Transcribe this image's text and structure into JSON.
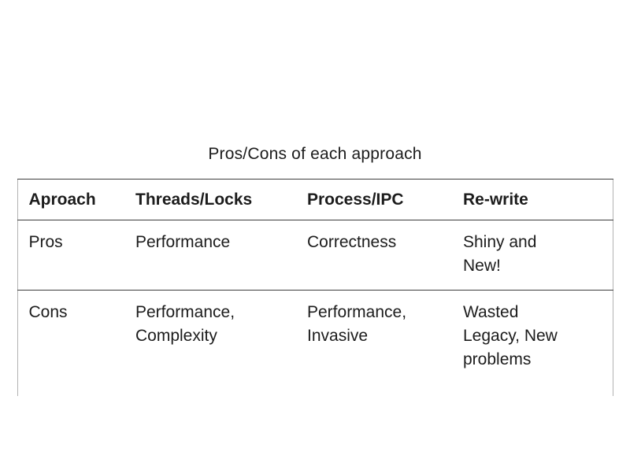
{
  "page": {
    "title": "Pros/Cons of each approach"
  },
  "table": {
    "headers": [
      "Aproach",
      "Threads/Locks",
      "Process/IPC",
      "Re-write"
    ],
    "rows": [
      {
        "label": "Pros",
        "threads_locks": "Performance",
        "process_ipc": "Correctness",
        "rewrite": "Shiny and\nNew!"
      },
      {
        "label": "Cons",
        "threads_locks": "Performance,\nComplexity",
        "process_ipc": "Performance,\nInvasive",
        "rewrite": "Wasted\nLegacy, New\nproblems"
      }
    ]
  }
}
